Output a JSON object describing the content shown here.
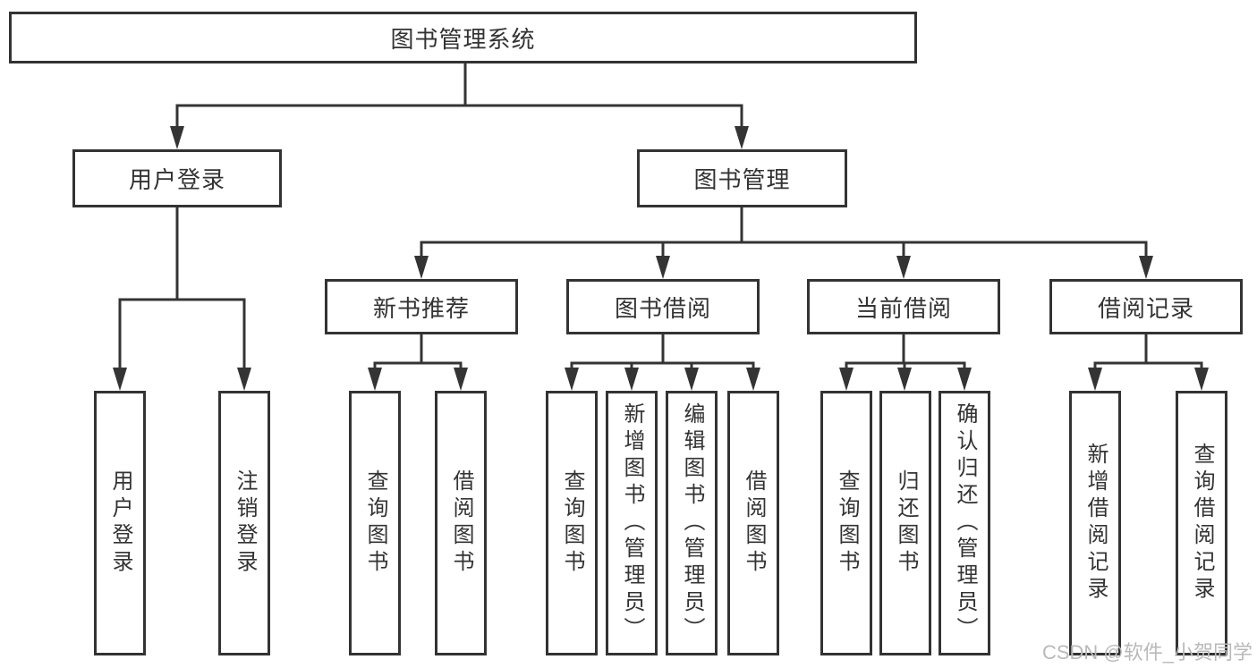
{
  "tree": {
    "root": {
      "label": "图书管理系统"
    },
    "children": [
      {
        "label": "用户登录",
        "leaves": [
          {
            "label": "用户登录"
          },
          {
            "label": "注销登录"
          }
        ]
      },
      {
        "label": "图书管理",
        "children": [
          {
            "label": "新书推荐",
            "leaves": [
              {
                "label": "查询图书"
              },
              {
                "label": "借阅图书"
              }
            ]
          },
          {
            "label": "图书借阅",
            "leaves": [
              {
                "label": "查询图书"
              },
              {
                "label": "新增图书（管理员）"
              },
              {
                "label": "编辑图书（管理员）"
              },
              {
                "label": "借阅图书"
              }
            ]
          },
          {
            "label": "当前借阅",
            "leaves": [
              {
                "label": "查询图书"
              },
              {
                "label": "归还图书"
              },
              {
                "label": "确认归还（管理员）"
              }
            ]
          },
          {
            "label": "借阅记录",
            "leaves": [
              {
                "label": "新增借阅记录"
              },
              {
                "label": "查询借阅记录"
              }
            ]
          }
        ]
      }
    ]
  },
  "watermark": {
    "text": "CSDN @软件_小贺同学"
  },
  "colors": {
    "line": "#343434",
    "box_border": "#333333",
    "text": "#333333",
    "watermark": "#b9b9b9",
    "background": "#ffffff"
  }
}
